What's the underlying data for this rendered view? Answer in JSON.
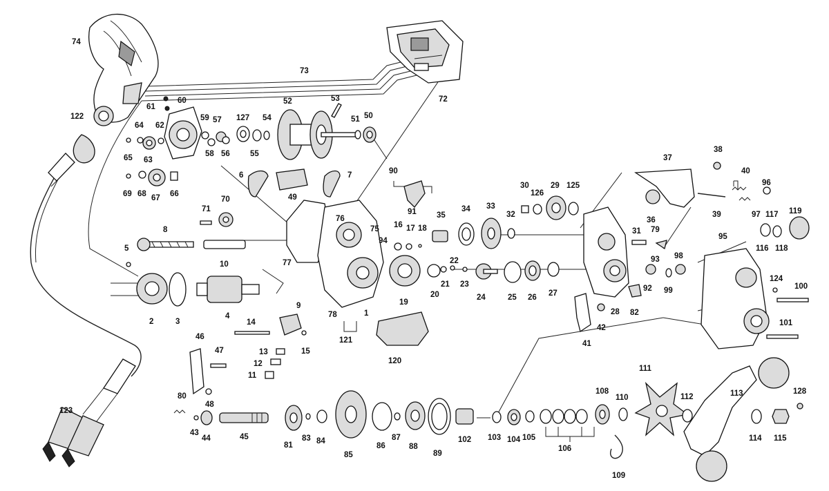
{
  "labels": {
    "p1": "1",
    "p2": "2",
    "p3": "3",
    "p4": "4",
    "p5": "5",
    "p6": "6",
    "p7": "7",
    "p8": "8",
    "p9": "9",
    "p10": "10",
    "p11": "11",
    "p12": "12",
    "p13": "13",
    "p14": "14",
    "p15": "15",
    "p16": "16",
    "p17": "17",
    "p18": "18",
    "p19": "19",
    "p20": "20",
    "p21": "21",
    "p22": "22",
    "p23": "23",
    "p24": "24",
    "p25": "25",
    "p26": "26",
    "p27": "27",
    "p28": "28",
    "p29": "29",
    "p30": "30",
    "p31": "31",
    "p32": "32",
    "p33": "33",
    "p34": "34",
    "p35": "35",
    "p36": "36",
    "p37": "37",
    "p38": "38",
    "p39": "39",
    "p40": "40",
    "p41": "41",
    "p42": "42",
    "p43": "43",
    "p44": "44",
    "p45": "45",
    "p46": "46",
    "p47": "47",
    "p48": "48",
    "p49": "49",
    "p50": "50",
    "p51": "51",
    "p52": "52",
    "p53": "53",
    "p54": "54",
    "p55": "55",
    "p56": "56",
    "p57": "57",
    "p58": "58",
    "p59": "59",
    "p60": "60",
    "p61": "61",
    "p62": "62",
    "p63": "63",
    "p64": "64",
    "p65": "65",
    "p66": "66",
    "p67": "67",
    "p68": "68",
    "p69": "69",
    "p70": "70",
    "p71": "71",
    "p72": "72",
    "p73": "73",
    "p74": "74",
    "p75": "75",
    "p76": "76",
    "p77": "77",
    "p78": "78",
    "p79": "79",
    "p80": "80",
    "p81": "81",
    "p82": "82",
    "p83": "83",
    "p84": "84",
    "p85": "85",
    "p86": "86",
    "p87": "87",
    "p88": "88",
    "p89": "89",
    "p90": "90",
    "p91": "91",
    "p92": "92",
    "p93": "93",
    "p94": "94",
    "p95": "95",
    "p96": "96",
    "p97": "97",
    "p98": "98",
    "p99": "99",
    "p100": "100",
    "p101": "101",
    "p102": "102",
    "p103": "103",
    "p104": "104",
    "p105": "105",
    "p106": "106",
    "p108": "108",
    "p109": "109",
    "p110": "110",
    "p111": "111",
    "p112": "112",
    "p113": "113",
    "p114": "114",
    "p115": "115",
    "p116": "116",
    "p117": "117",
    "p118": "118",
    "p119": "119",
    "p120": "120",
    "p121": "121",
    "p122": "122",
    "p123": "123",
    "p124": "124",
    "p125": "125",
    "p126": "126",
    "p127": "127",
    "p128": "128"
  },
  "colors": {
    "ink": "#111111",
    "paper": "#ffffff",
    "shade": "#dcdcdc"
  }
}
